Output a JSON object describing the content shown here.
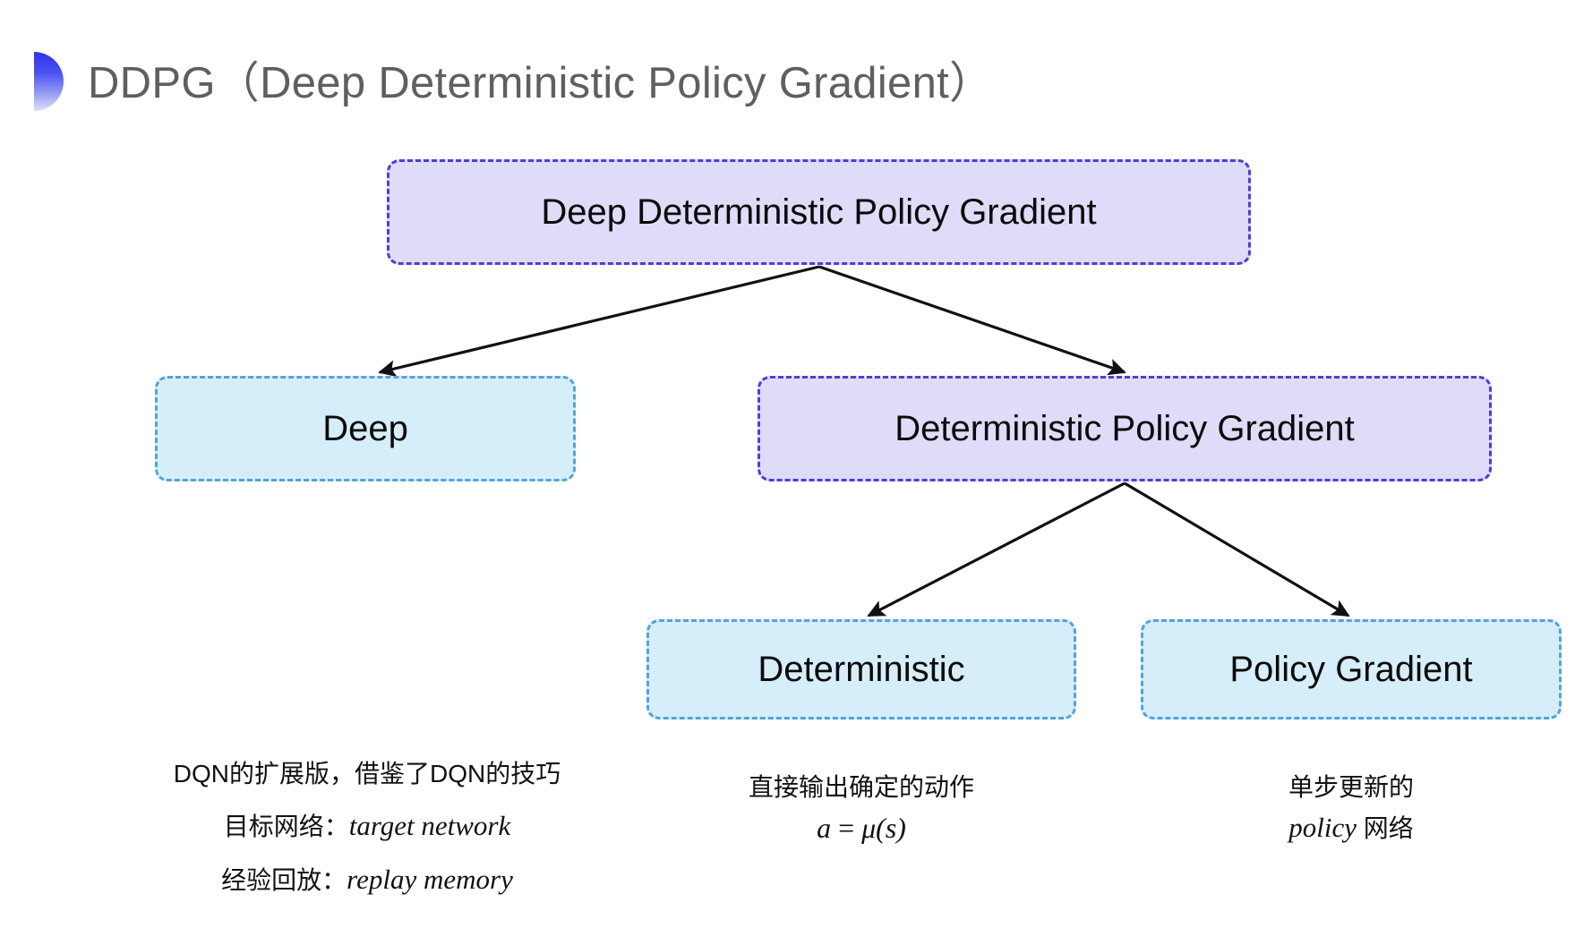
{
  "slide": {
    "title": "DDPG（Deep Deterministic Policy Gradient）",
    "background_color": "#ffffff",
    "title_color": "#5f5f5f",
    "bullet_gradient_from": "#2f35ee",
    "bullet_gradient_to": "#dfe1fb"
  },
  "palette": {
    "purple_fill": "#dedcf8",
    "purple_border": "#4a40d4",
    "blue_fill": "#d6eefa",
    "blue_border": "#54a3da",
    "connector_color": "#111111"
  },
  "diagram": {
    "type": "tree",
    "nodes": [
      {
        "id": "root",
        "label": "Deep Deterministic Policy Gradient",
        "style": "purple",
        "level": 0
      },
      {
        "id": "deep",
        "label": "Deep",
        "style": "blue",
        "level": 1
      },
      {
        "id": "dpg",
        "label": "Deterministic Policy Gradient",
        "style": "purple",
        "level": 1
      },
      {
        "id": "deterministic",
        "label": "Deterministic",
        "style": "blue",
        "level": 2
      },
      {
        "id": "policy_gradient",
        "label": "Policy Gradient",
        "style": "blue",
        "level": 2
      }
    ],
    "edges": [
      {
        "from": "root",
        "to": "deep"
      },
      {
        "from": "root",
        "to": "dpg"
      },
      {
        "from": "dpg",
        "to": "deterministic"
      },
      {
        "from": "dpg",
        "to": "policy_gradient"
      }
    ]
  },
  "captions": {
    "deep": {
      "line1": "DQN的扩展版，借鉴了DQN的技巧",
      "line2_label": "目标网络：",
      "line2_value": "target network",
      "line3_label": "经验回放：",
      "line3_value": "replay memory"
    },
    "deterministic": {
      "line1": "直接输出确定的动作",
      "formula_lhs": "a",
      "formula_eq": "=",
      "formula_rhs": "μ(s)"
    },
    "policy_gradient": {
      "line1": "单步更新的",
      "line2_value": "policy",
      "line2_suffix": " 网络"
    }
  }
}
